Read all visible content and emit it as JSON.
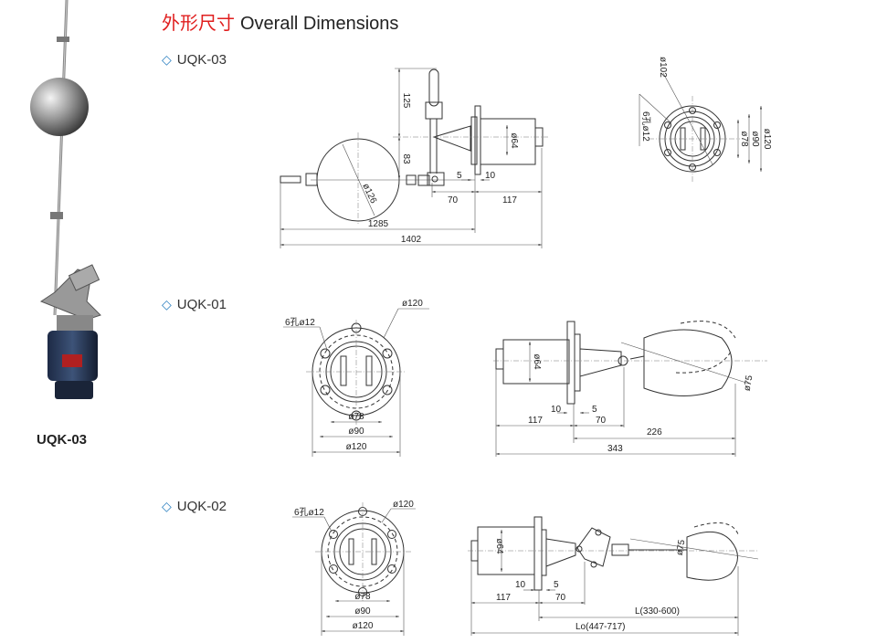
{
  "header": {
    "title_cn": "外形尺寸",
    "title_en": "Overall Dimensions",
    "accent": "#e01e1e"
  },
  "photo": {
    "label": "UQK-03"
  },
  "sections": {
    "uqk03": {
      "label": "UQK-03",
      "diamond": "◇",
      "dims": {
        "d125": "125",
        "d83": "83",
        "d64": "ø64",
        "d126": "ø126",
        "d5": "5",
        "d10": "10",
        "d70": "70",
        "d117": "117",
        "d1285": "1285",
        "d1402": "1402",
        "d102": "ø102",
        "holes": "6孔ø12",
        "d78": "ø78",
        "d90": "ø90",
        "d120": "ø120"
      }
    },
    "uqk01": {
      "label": "UQK-01",
      "diamond": "◇",
      "dims": {
        "holes": "6孔ø12",
        "d120top": "ø120",
        "d78": "ø78",
        "d90": "ø90",
        "d120": "ø120",
        "d64": "ø64",
        "d10": "10",
        "d5": "5",
        "d117": "117",
        "d70": "70",
        "d226": "226",
        "d343": "343",
        "d75": "ø75"
      }
    },
    "uqk02": {
      "label": "UQK-02",
      "diamond": "◇",
      "dims": {
        "holes": "6孔ø12",
        "d120top": "ø120",
        "d78": "ø78",
        "d90": "ø90",
        "d120": "ø120",
        "d64": "ø64",
        "d10": "10",
        "d5": "5",
        "d117": "117",
        "d70": "70",
        "L": "L(330-600)",
        "Lo": "Lo(447-717)",
        "d75": "ø75"
      }
    }
  }
}
